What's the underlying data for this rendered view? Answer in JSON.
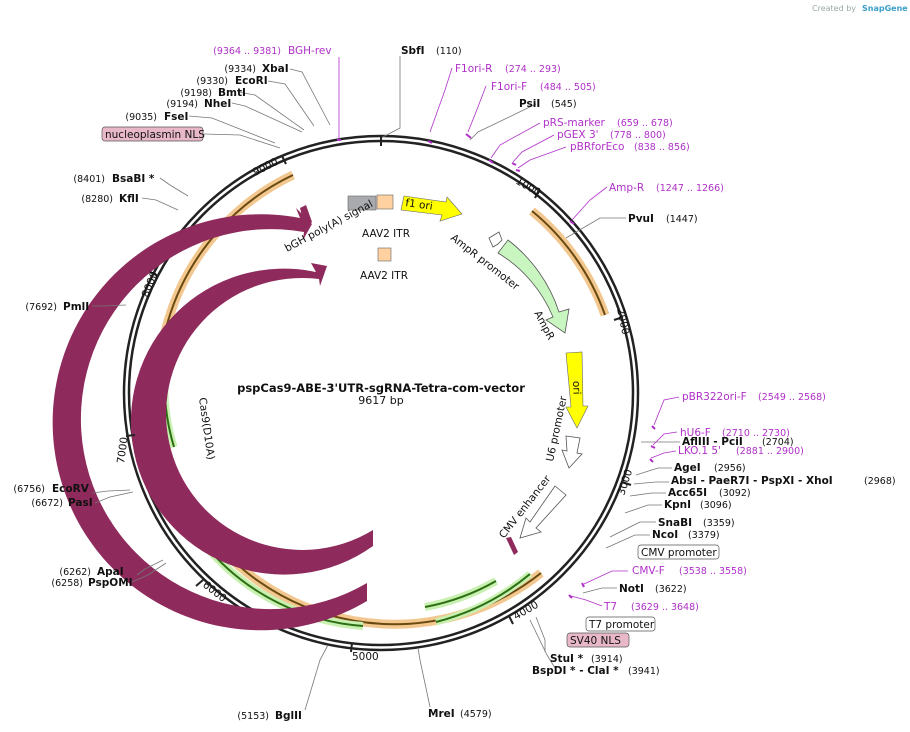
{
  "credit": "Created by",
  "credit_brand": "SnapGene",
  "plasmid": {
    "name": "pspCas9-ABE-3'UTR-sgRNA-Tetra-com-vector",
    "size": "9617 bp"
  },
  "ticks": [
    {
      "label": "1000"
    },
    {
      "label": "2000"
    },
    {
      "label": "3000"
    },
    {
      "label": "4000"
    },
    {
      "label": "5000"
    },
    {
      "label": "6000"
    },
    {
      "label": "7000"
    },
    {
      "label": "8000"
    },
    {
      "label": "9000"
    }
  ],
  "sites": [
    {
      "name": "SbfI",
      "pos": "(110)"
    },
    {
      "name": "PsiI",
      "pos": "(545)"
    },
    {
      "name": "PvuI",
      "pos": "(1447)"
    },
    {
      "name": "AflIII  - PciI",
      "pos": "(2704)"
    },
    {
      "name": "AgeI",
      "pos": "(2956)"
    },
    {
      "name": "AbsI  - PaeR7I  - PspXI  - XhoI",
      "pos": "(2968)"
    },
    {
      "name": "Acc65I",
      "pos": "(3092)"
    },
    {
      "name": "KpnI",
      "pos": "(3096)"
    },
    {
      "name": "SnaBI",
      "pos": "(3359)"
    },
    {
      "name": "NcoI",
      "pos": "(3379)"
    },
    {
      "name": "NotI",
      "pos": "(3622)"
    },
    {
      "name": "StuI *",
      "pos": "(3914)"
    },
    {
      "name": "BspDI * - ClaI *",
      "pos": "(3941)"
    },
    {
      "name": "MreI",
      "pos": "(4579)"
    },
    {
      "name": "BglII",
      "pos": "(5153)"
    },
    {
      "name": "ApaI",
      "pos": "(6262)"
    },
    {
      "name": "PspOMI",
      "pos": "(6258)"
    },
    {
      "name": "EcoRV",
      "pos": "(6756)"
    },
    {
      "name": "PasI",
      "pos": "(6672)"
    },
    {
      "name": "PmlI",
      "pos": "(7692)"
    },
    {
      "name": "KflI",
      "pos": "(8280)"
    },
    {
      "name": "BsaBI *",
      "pos": "(8401)"
    },
    {
      "name": "FseI",
      "pos": "(9035)"
    },
    {
      "name": "NheI",
      "pos": "(9194)"
    },
    {
      "name": "BmtI",
      "pos": "(9198)"
    },
    {
      "name": "EcoRI",
      "pos": "(9330)"
    },
    {
      "name": "XbaI",
      "pos": "(9334)"
    }
  ],
  "primers": [
    {
      "name": "BGH-rev",
      "pos": "(9364 .. 9381)"
    },
    {
      "name": "F1ori-R",
      "pos": "(274 .. 293)"
    },
    {
      "name": "F1ori-F",
      "pos": "(484 .. 505)"
    },
    {
      "name": "pRS-marker",
      "pos": "(659 .. 678)"
    },
    {
      "name": "pGEX 3'",
      "pos": "(778 .. 800)"
    },
    {
      "name": "pBRforEco",
      "pos": "(838 .. 856)"
    },
    {
      "name": "Amp-R",
      "pos": "(1247 .. 1266)"
    },
    {
      "name": "pBR322ori-F",
      "pos": "(2549 .. 2568)"
    },
    {
      "name": "hU6-F",
      "pos": "(2710 .. 2730)"
    },
    {
      "name": "LKO.1 5'",
      "pos": "(2881 .. 2900)"
    },
    {
      "name": "CMV-F",
      "pos": "(3538 .. 3558)"
    },
    {
      "name": "T7",
      "pos": "(3629 .. 3648)"
    }
  ],
  "boxed_features": [
    {
      "name": "nucleoplasmin NLS"
    },
    {
      "name": "CMV promoter"
    },
    {
      "name": "T7 promoter"
    },
    {
      "name": "SV40 NLS"
    }
  ],
  "features": [
    {
      "name": "bGH poly(A) signal"
    },
    {
      "name": "AAV2 ITR"
    },
    {
      "name": "AAV2 ITR"
    },
    {
      "name": "f1 ori"
    },
    {
      "name": "AmpR promoter"
    },
    {
      "name": "AmpR"
    },
    {
      "name": "ori"
    },
    {
      "name": "U6 promoter"
    },
    {
      "name": "CMV enhancer"
    },
    {
      "name": "Cas9(D10A)"
    },
    {
      "name": "Cas9"
    }
  ],
  "colors": {
    "backbone": "#222222",
    "cas9": "#8e2a5c",
    "ori": "#ffff00",
    "ampr": "#c8f5c0",
    "itr": "#ffd0a0",
    "gray_block": "#a8aaae",
    "primer": "#b030c8",
    "orf_orange": "#f0a030",
    "orf_green": "#3a9a20",
    "nls_box": "#e8b8c8"
  }
}
